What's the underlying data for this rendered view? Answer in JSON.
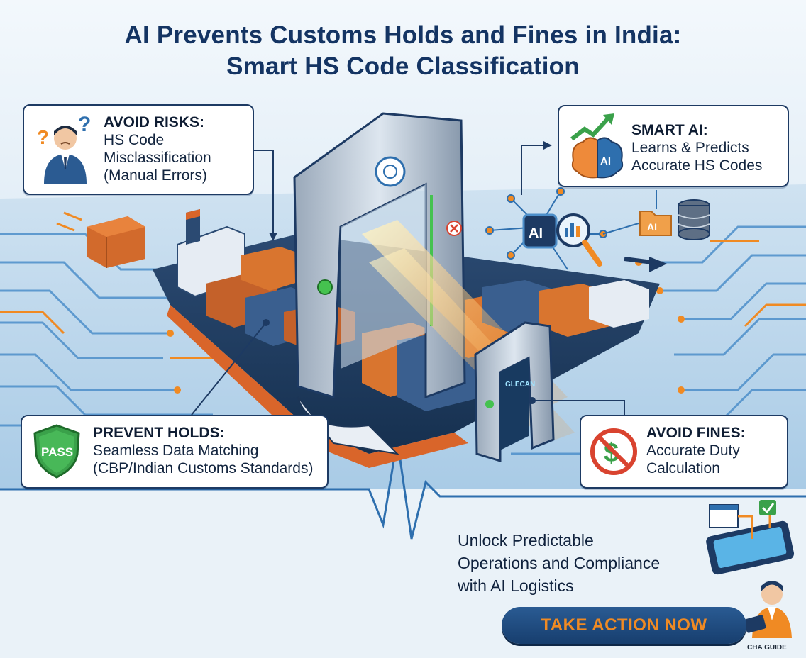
{
  "title": {
    "line1": "AI Prevents Customs Holds and Fines in India:",
    "line2": "Smart HS Code Classification"
  },
  "cards": {
    "avoid_risks": {
      "heading": "AVOID RISKS:",
      "line1": "HS Code",
      "line2": "Misclassification",
      "line3": "(Manual Errors)",
      "icon": "confused-officer-icon"
    },
    "smart_ai": {
      "heading": "SMART AI:",
      "line1": "Learns & Predicts",
      "line2": "Accurate HS Codes",
      "icon": "ai-brain-growth-icon",
      "icon_text": "AI"
    },
    "prevent_holds": {
      "heading": "PREVENT HOLDS:",
      "line1": "Seamless Data Matching",
      "line2": "(CBP/Indian Customs Standards)",
      "icon": "pass-shield-icon",
      "badge_text": "PASS"
    },
    "avoid_fines": {
      "heading": "AVOID FINES:",
      "line1": "Accurate Duty",
      "line2": "Calculation",
      "icon": "no-dollar-icon"
    }
  },
  "scene": {
    "ai_chip_label": "AI",
    "folder_label": "AI",
    "scanner_label": "GLECAN"
  },
  "cta": {
    "line1": "Unlock Predictable",
    "line2": "Operations and Compliance",
    "line3": "with AI Logistics",
    "button": "TAKE ACTION NOW"
  },
  "brand": "CHA GUIDE",
  "colors": {
    "navy": "#143463",
    "orange": "#f08a23",
    "circuit_blue": "#3f86c4",
    "green": "#3aa14a",
    "red": "#d9432f"
  }
}
